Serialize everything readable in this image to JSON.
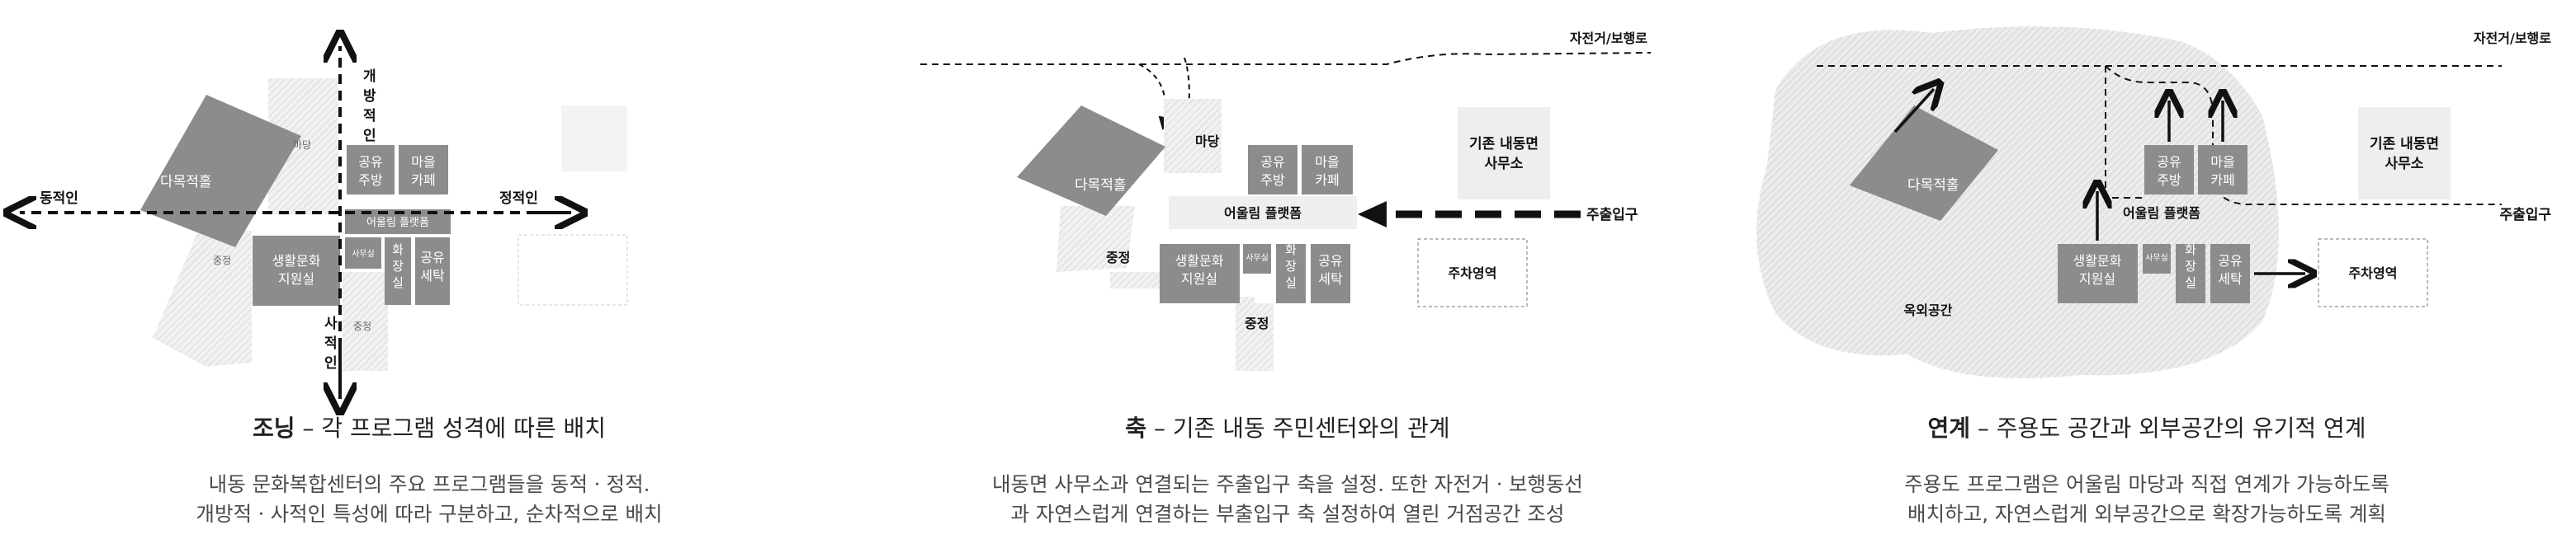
{
  "panels": [
    {
      "title_bold": "조닝",
      "title_rest": " – 각 프로그램 성격에 따른 배치",
      "desc_lines": [
        "내동 문화복합센터의 주요 프로그램들을 동적ㆍ정적.",
        "개방적ㆍ사적인 특성에 따라 구분하고, 순차적으로 배치"
      ],
      "labels": {
        "openness": "개방적인",
        "privacy": "사적인",
        "dynamic": "동적인",
        "static": "정적인",
        "madang": "마당",
        "jungjeong": "중정",
        "jungjeong2": "중정",
        "hall": "다목적홀",
        "kitchen": "공유\n주방",
        "cafe": "마을\n카페",
        "platform": "어울림 플랫폼",
        "culture": "생활문화\n지원실",
        "office": "사무실",
        "toilet": "화\n장\n실",
        "laundry": "공유\n세탁"
      }
    },
    {
      "title_bold": "축",
      "title_rest": " – 기존 내동 주민센터와의 관계",
      "desc_lines": [
        "내동면 사무소과 연결되는 주출입구 축을 설정. 또한 자전거ㆍ보행동선",
        "과 자연스럽게 연결하는 부출입구 축 설정하여 열린 거점공간 조성"
      ],
      "labels": {
        "bike": "자전거/보행로",
        "madang": "마당",
        "hall": "다목적홀",
        "kitchen": "공유\n주방",
        "cafe": "마을\n카페",
        "platform": "어울림 플랫폼",
        "existing": "기존 내동면\n사무소",
        "entrance": "주출입구",
        "parking": "주차영역",
        "jungjeong": "중정",
        "jungjeong2": "중정",
        "culture": "생활문화\n지원실",
        "office": "사무실",
        "toilet": "화\n장\n실",
        "laundry": "공유\n세탁"
      }
    },
    {
      "title_bold": "연계",
      "title_rest": " – 주용도 공간과 외부공간의 유기적 연계",
      "desc_lines": [
        "주용도 프로그램은 어울림 마당과 직접 연계가 가능하도록",
        "배치하고,  자연스럽게 외부공간으로 확장가능하도록 계획"
      ],
      "labels": {
        "bike": "자전거/보행로",
        "hall": "다목적홀",
        "kitchen": "공유\n주방",
        "cafe": "마을\n카페",
        "platform": "어울림 플랫폼",
        "existing": "기존 내동면\n사무소",
        "entrance": "주출입구",
        "parking": "주차영역",
        "outdoor": "옥외공간",
        "culture": "생활문화\n지원실",
        "office": "사무실",
        "toilet": "화\n장\n실",
        "laundry": "공유\n세탁"
      }
    }
  ],
  "colors": {
    "block": "#8c8c8c",
    "hatch": "#d8d8d8",
    "ink": "#111111",
    "ghost": "#eeeeee"
  }
}
